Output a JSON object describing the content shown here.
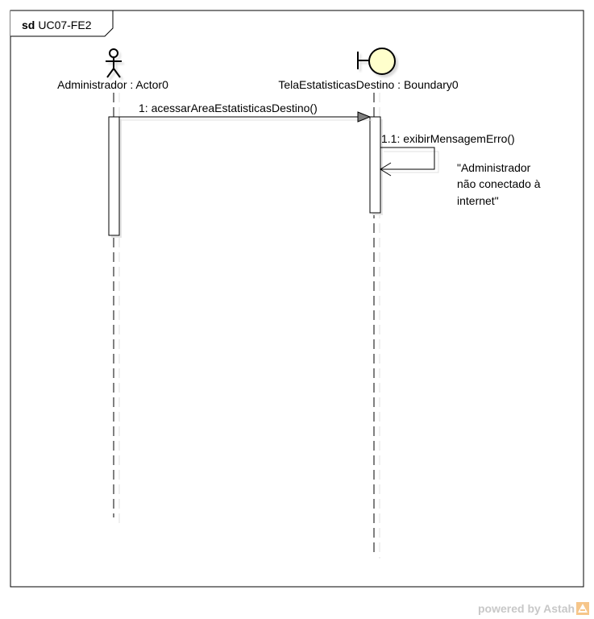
{
  "frame": {
    "keyword": "sd",
    "name": "UC07-FE2"
  },
  "lifelines": [
    {
      "label": "Administrador : Actor0",
      "kind": "actor"
    },
    {
      "label": "TelaEstatisticasDestino : Boundary0",
      "kind": "boundary"
    }
  ],
  "messages": [
    {
      "label": "1: acessarAreaEstatisticasDestino()"
    },
    {
      "label": "1.1: exibirMensagemErro()"
    }
  ],
  "note": {
    "lines": [
      "\"Administrador",
      "não conectado à",
      "internet\""
    ]
  },
  "watermark": {
    "text": "powered by Astah"
  },
  "colors": {
    "boundary_fill": "#ffffcc",
    "lifeline": "#000000",
    "shadow": "#d8d8d8"
  }
}
